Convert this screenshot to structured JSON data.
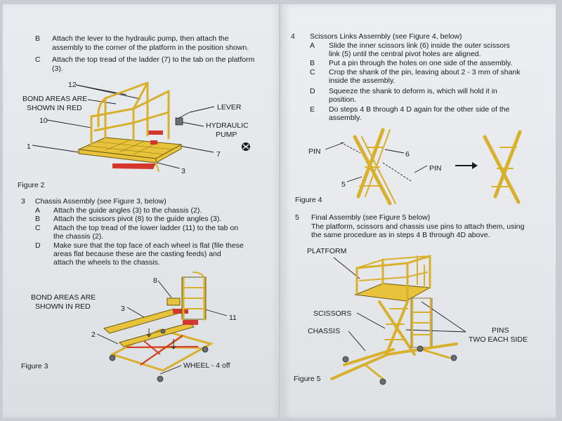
{
  "left": {
    "stepB_letter": "B",
    "stepB_text_l1": "Attach the lever to the hydraulic pump, then attach the",
    "stepB_text_l2": "assembly to the corner of the platform in the position shown.",
    "stepC_letter": "C",
    "stepC_text_l1": "Attach the top tread of the ladder (7) to the tab on the platform",
    "stepC_text_l2": "(3).",
    "fig2": {
      "callout_12": "12",
      "bond_l1": "BOND AREAS ARE",
      "bond_l2": "SHOWN IN RED",
      "callout_10": "10",
      "callout_1": "1",
      "callout_3": "3",
      "callout_7": "7",
      "lever": "LEVER",
      "pump_l1": "HYDRAULIC",
      "pump_l2": "PUMP",
      "caption": "Figure 2"
    },
    "step3_number": "3",
    "step3_title": "Chassis Assembly  (see Figure 3, below)",
    "step3_items": [
      {
        "letter": "A",
        "l1": "Attach the guide angles (3) to the chassis (2).",
        "l2": ""
      },
      {
        "letter": "B",
        "l1": "Attach the scissors pivot (8) to the guide angles (3).",
        "l2": ""
      },
      {
        "letter": "C",
        "l1": "Attach the top tread of the lower ladder (11) to the tab on",
        "l2": "the chassis (2)."
      },
      {
        "letter": "D",
        "l1": "Make sure that the top face of each wheel is flat (file these",
        "l2": "areas flat because these are the casting feeds) and",
        "l3": "attach the wheels to the chassis."
      }
    ],
    "fig3": {
      "bond_l1": "BOND AREAS ARE",
      "bond_l2": "SHOWN IN RED",
      "callout_8": "8",
      "callout_3": "3",
      "callout_2": "2",
      "callout_11": "11",
      "wheel": "WHEEL - 4 off",
      "caption": "Figure 3"
    }
  },
  "right": {
    "step4_number": "4",
    "step4_title": "Scissors Links Assembly  (see Figure 4, below)",
    "step4_items": [
      {
        "letter": "A",
        "l1": "Slide the inner scissors link (6) inside the outer scissors",
        "l2": "link (5) until the central pivot holes are aligned."
      },
      {
        "letter": "B",
        "l1": "Put a pin through the holes on one side of the assembly.",
        "l2": ""
      },
      {
        "letter": "C",
        "l1": "Crop the shank of the pin, leaving about 2 - 3 mm of shank",
        "l2": "inside the assembly."
      },
      {
        "letter": "D",
        "l1": "Squeeze the shank to deform is, which will hold it in",
        "l2": "position."
      },
      {
        "letter": "E",
        "l1": "Do steps 4 B through 4 D again for the other side of the",
        "l2": "assembly."
      }
    ],
    "fig4": {
      "pin_left": "PIN",
      "pin_right": "PIN",
      "callout_6": "6",
      "callout_5": "5",
      "caption": "Figure 4"
    },
    "step5_number": "5",
    "step5_title": "Final Assembly (see Figure 5 below)",
    "step5_l1": "The platform, scissors and chassis use pins to attach them, using",
    "step5_l2": "the same procedure as in steps 4 B through 4D above.",
    "fig5": {
      "platform": "PLATFORM",
      "scissors": "SCISSORS",
      "chassis": "CHASSIS",
      "pins_l1": "PINS",
      "pins_l2": "TWO EACH SIDE",
      "caption": "Figure 5"
    }
  },
  "colors": {
    "part_yellow": "#e7c23a",
    "part_outline": "#6b5a10",
    "bond_red": "#d2362c",
    "ink": "#1a1a1f"
  }
}
